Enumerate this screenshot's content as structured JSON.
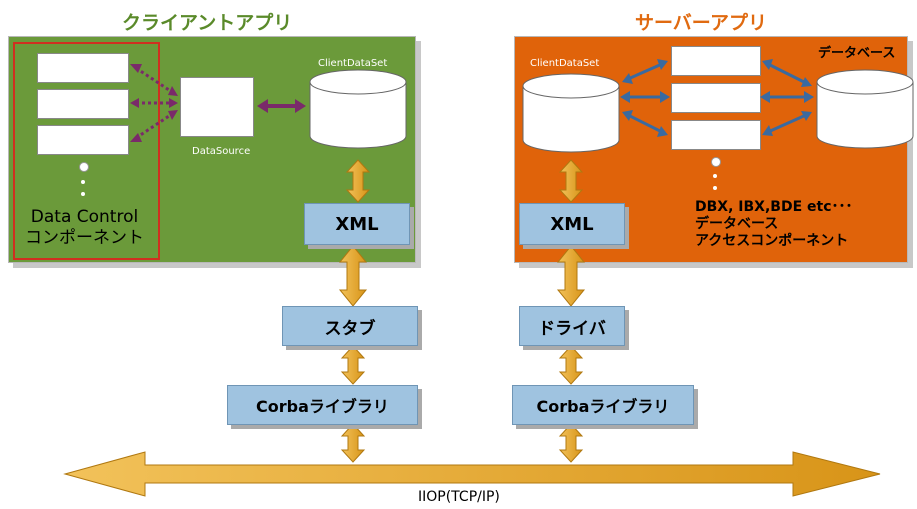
{
  "client": {
    "title": "クライアントアプリ",
    "datasource": "DataSource",
    "clientdataset": "ClientDataSet",
    "xml": "XML",
    "data_control_line1": "Data Control",
    "data_control_line2": "コンポーネント"
  },
  "server": {
    "title": "サーバーアプリ",
    "clientdataset": "ClientDataSet",
    "database": "データベース",
    "xml": "XML",
    "note_line1": "DBX, IBX,BDE etc･･･",
    "note_line2": "データベース",
    "note_line3": "アクセスコンポーネント"
  },
  "stub": "スタブ",
  "driver": "ドライバ",
  "corba_left": "Corbaライブラリ",
  "corba_right": "Corbaライブラリ",
  "protocol": "IIOP(TCP/IP)",
  "colors": {
    "client_panel": "#6b9a3a",
    "server_panel": "#e0630a",
    "client_title": "#5a8a2a",
    "server_title": "#e06a10",
    "arrow_gold": "#e8a82a",
    "arrow_purple": "#7a2a6a",
    "arrow_blue": "#3a6aa0",
    "blue_box": "#9fc3e0"
  }
}
